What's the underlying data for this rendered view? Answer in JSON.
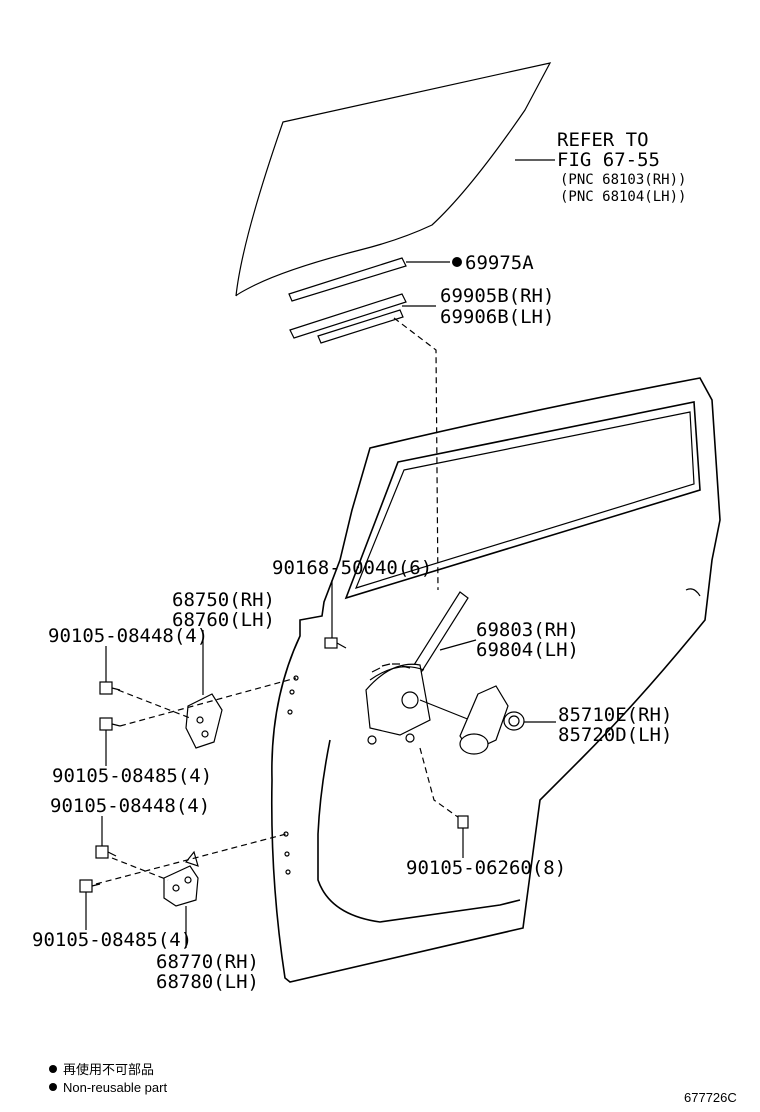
{
  "callouts": {
    "glass_refer_line1": "REFER TO",
    "glass_refer_line2": "FIG 67-55",
    "glass_refer_line3": "(PNC 68103(RH))",
    "glass_refer_line4": "(PNC 68104(LH))",
    "weatherstrip": "69975A",
    "channel_rh": "69905B(RH)",
    "channel_lh": "69906B(LH)",
    "regulator_bolt": "90168-50040(6)",
    "upper_hinge_rh": "68750(RH)",
    "upper_hinge_lh": "68760(LH)",
    "upper_bolt_a": "90105-08448(4)",
    "upper_bolt_b": "90105-08485(4)",
    "regulator_rh": "69803(RH)",
    "regulator_lh": "69804(LH)",
    "motor_rh": "85710E(RH)",
    "motor_lh": "85720D(LH)",
    "motor_bolt": "90105-06260(8)",
    "lower_bolt_a": "90105-08448(4)",
    "lower_bolt_b": "90105-08485(4)",
    "lower_hinge_rh": "68770(RH)",
    "lower_hinge_lh": "68780(LH)"
  },
  "legend": {
    "jp": "再使用不可部品",
    "en": "Non-reusable part"
  },
  "figure_id": "677726C"
}
